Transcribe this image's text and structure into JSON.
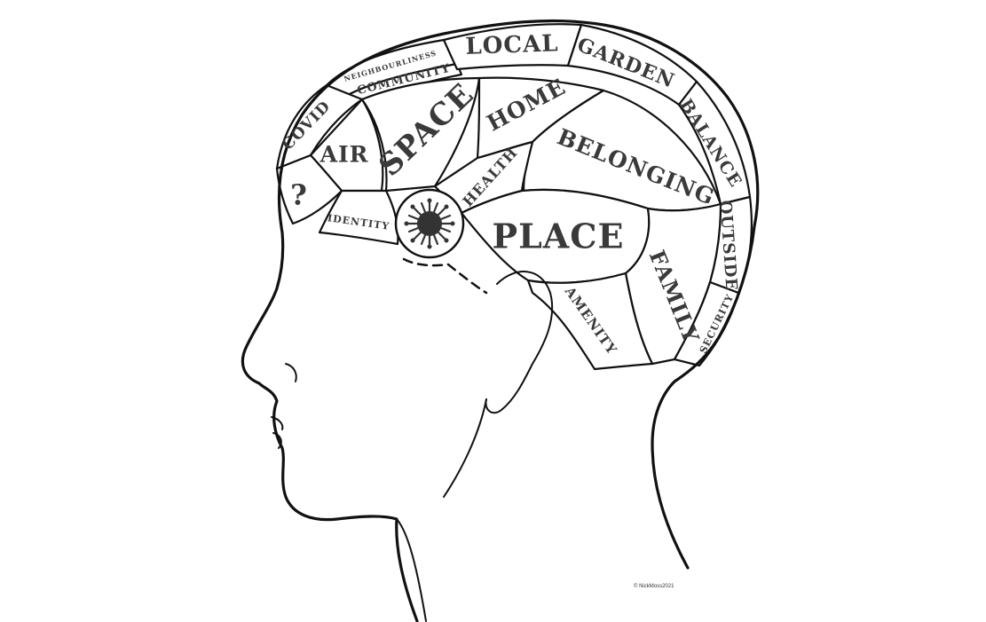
{
  "regions": {
    "neighbourliness": "NEIGHBOURLINESS",
    "community": "COMMUNITY",
    "local": "LOCAL",
    "garden": "GARDEN",
    "balance": "BALANCE",
    "covid": "COVID",
    "air": "AIR",
    "space": "SPACE",
    "home": "HOME",
    "belonging": "BELONGING",
    "question": "?",
    "identity": "IDENTITY",
    "health": "HEALTH",
    "place": "PLACE",
    "outside": "OUTSIDE",
    "family": "FAMILY",
    "amenity": "AMENITY",
    "security": "SECURITY"
  },
  "credit": "© NickMoss2021",
  "icons": {
    "virus": "virus-icon"
  }
}
